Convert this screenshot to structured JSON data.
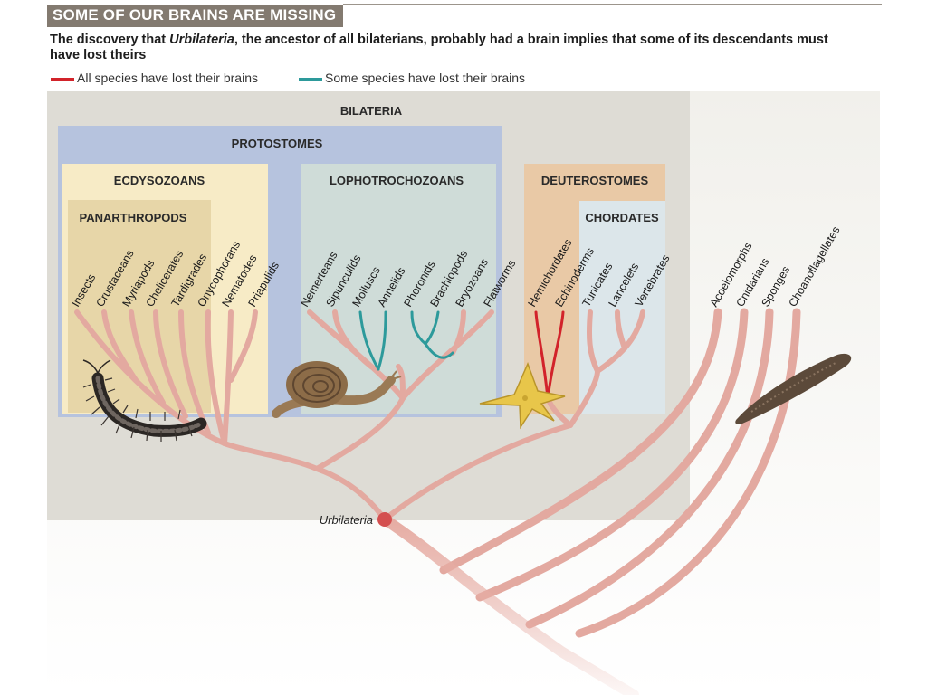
{
  "header": {
    "title": "SOME OF OUR BRAINS ARE MISSING",
    "subtitle_pre": "The discovery that ",
    "subtitle_em": "Urbilateria",
    "subtitle_post": ", the ancestor of all bilaterians, probably had a brain implies that some of its descendants must have lost theirs"
  },
  "legend": {
    "all_lost": "All species have lost their brains",
    "some_lost": "Some species have lost their brains"
  },
  "colors": {
    "all_lost": "#d2232a",
    "some_lost": "#2d9a9b",
    "branch": "#e3a9a0",
    "root_node": "#d44f4f",
    "header": "#837a70"
  },
  "groups": {
    "bilateria": "BILATERIA",
    "protostomes": "PROTOSTOMES",
    "ecdysozoans": "ECDYSOZOANS",
    "panarthropods": "PANARTHROPODS",
    "lophotrochozoans": "LOPHOTROCHOZOANS",
    "deuterostomes": "DEUTEROSTOMES",
    "chordates": "CHORDATES"
  },
  "root_label": "Urbilateria",
  "taxa": [
    "Insects",
    "Crustaceans",
    "Myriapods",
    "Chelicerates",
    "Tardigrades",
    "Onycophorans",
    "Nematodes",
    "Priapulids",
    "Nemerteans",
    "Sipunculids",
    "Molluscs",
    "Annelids",
    "Phoronids",
    "Brachiopods",
    "Bryozoans",
    "Flatworms",
    "Hemichordates",
    "Echinoderms",
    "Tunicates",
    "Lancelets",
    "Vertebrates",
    "Acoelomorphs",
    "Cnidarians",
    "Sponges",
    "Choanoflagellates"
  ],
  "images": {
    "centipede": "centipede-illustration",
    "snail": "snail-illustration",
    "starfish": "starfish-illustration",
    "sponge": "sponge-illustration"
  }
}
